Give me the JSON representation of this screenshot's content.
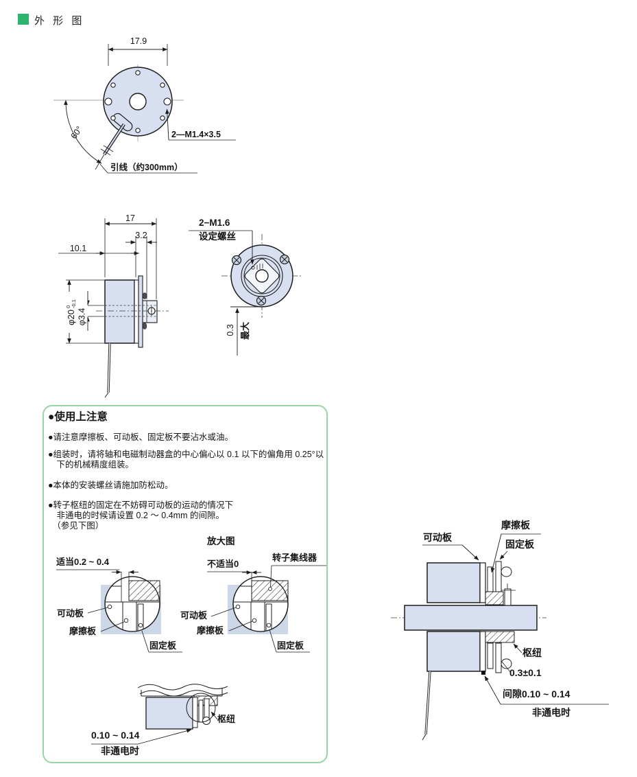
{
  "header": {
    "title": "外 形 图"
  },
  "colors": {
    "accent_green": "#2db46e",
    "box_border": "#95d6a4",
    "part_fill": "#d7dff0",
    "panel_blue": "#ccd7e8",
    "line": "#1c1c1c"
  },
  "front_view": {
    "dim_width": "17.9",
    "dim_angle": "60°",
    "screw_label": "2—M1.4×3.5",
    "lead_label": "引线（约300mm）"
  },
  "side_view": {
    "dim_total": "17",
    "dim_stack": "3.2",
    "dim_body": "10.1",
    "dim_outer": "φ20",
    "tol_upper": "0",
    "tol_lower": "-0.1",
    "dim_bore": "φ3.4"
  },
  "rear_view": {
    "screw_label": "2−M1.6",
    "screw_sublabel": "设定螺丝",
    "dim_value": "0.3",
    "dim_suffix": "最大"
  },
  "notes": {
    "title": "●使用上注意",
    "bullets": [
      "●请注意摩擦板、可动板、固定板不要沾水或油。",
      "●组装时，请将轴和电磁制动器盒的中心偏心以 0.1 以下的偏角用 0.25°以\n　下的机械精度组装。",
      "●本体的安装螺丝请施加防松动。",
      "●转子枢纽的固定在不妨碍可动板的运动的情况下\n　非通电的时候请设置 0.2 ～ 0.4mm 的间隙。\n　（参见下图）"
    ]
  },
  "magnified": {
    "title": "放大图",
    "proper_label": "适当0.2 ~ 0.4",
    "improper_label": "不适当0",
    "rotor_collector": "转子集线器",
    "movable_plate": "可动板",
    "friction_plate": "摩擦板",
    "fixed_plate": "固定板"
  },
  "hub_detail": {
    "hub": "枢纽",
    "gap": "0.10 ~ 0.14",
    "state": "非通电时"
  },
  "assembly": {
    "movable_plate": "可动板",
    "friction_plate": "摩擦板",
    "fixed_plate": "固定板",
    "hub": "枢纽",
    "clearance": "0.3±0.1",
    "gap": "间隙0.10 ~ 0.14",
    "state": "非通电时"
  }
}
